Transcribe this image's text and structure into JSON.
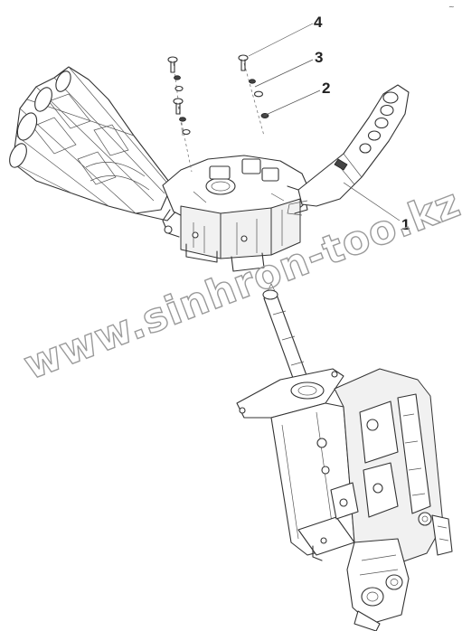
{
  "figure": {
    "callouts": [
      "1",
      "2",
      "3",
      "4"
    ],
    "watermark": "www.sinhron-too.kz",
    "corner_mark": "~"
  }
}
